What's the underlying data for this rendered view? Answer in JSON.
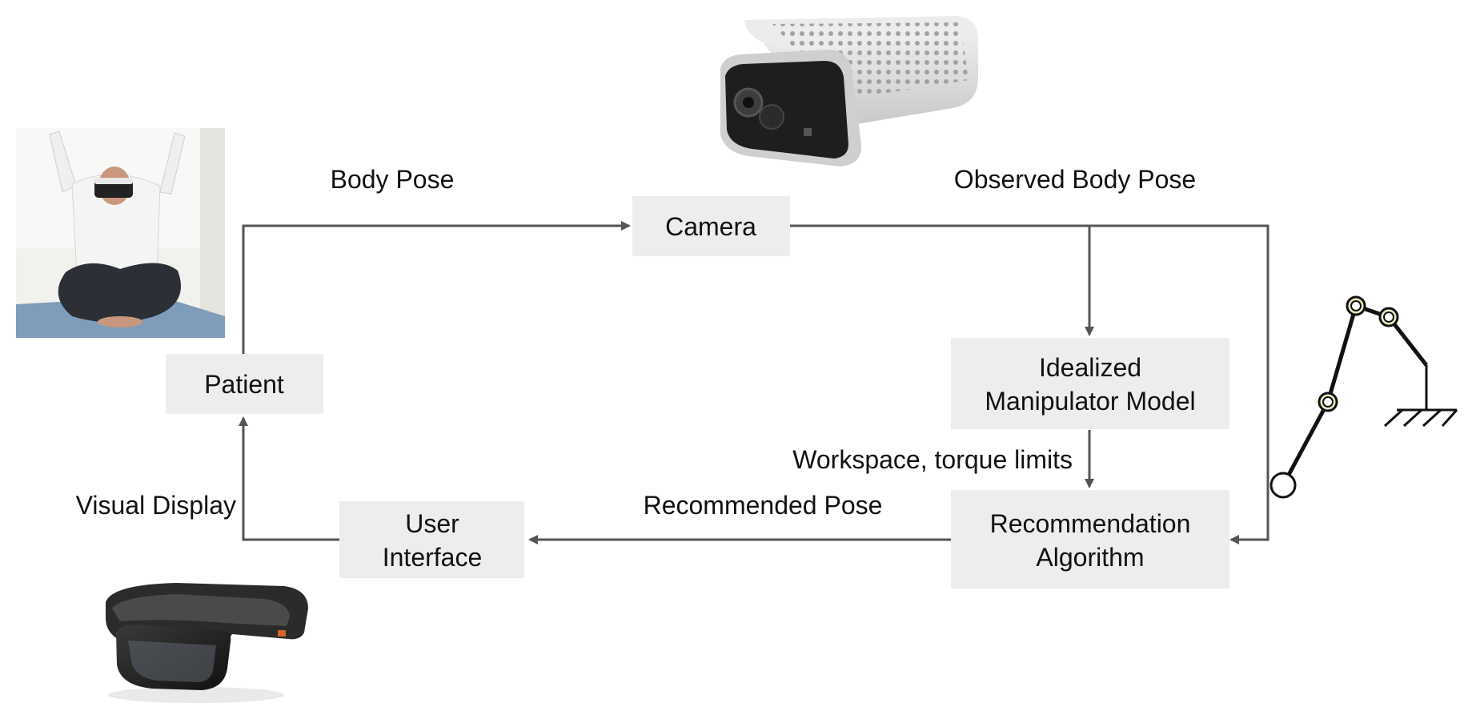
{
  "colors": {
    "box_fill": "#ededed",
    "line": "#555555",
    "text": "#111111"
  },
  "nodes": {
    "camera": "Camera",
    "patient": "Patient",
    "idealized": [
      "Idealized",
      "Manipulator Model"
    ],
    "recommendation": [
      "Recommendation",
      "Algorithm"
    ],
    "user_interface": [
      "User",
      "Interface"
    ]
  },
  "edges": {
    "body_pose": "Body Pose",
    "observed_body_pose": "Observed Body Pose",
    "workspace_torque": "Workspace, torque limits",
    "recommended_pose": "Recommended Pose",
    "visual_display": "Visual Display"
  },
  "images": {
    "patient_photo": "person-with-vr-headset-icon",
    "camera_device": "depth-camera-icon",
    "headset_device": "ar-headset-icon",
    "manipulator": "robot-arm-icon"
  }
}
